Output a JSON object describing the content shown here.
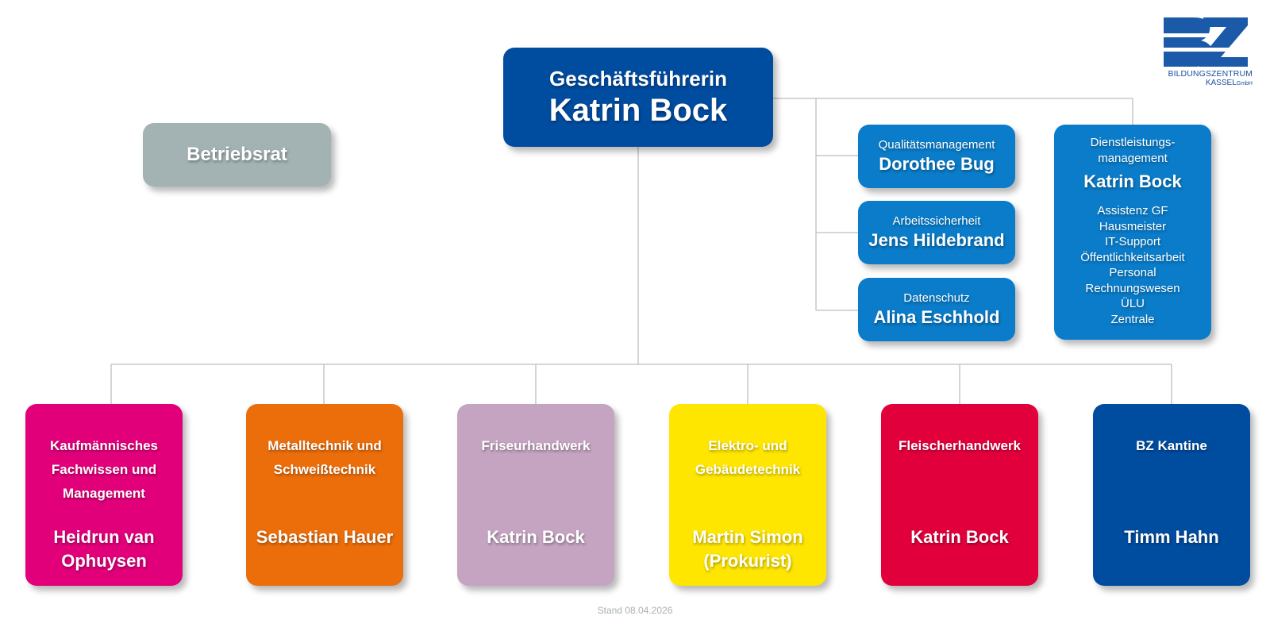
{
  "logo": {
    "brand": "BZ",
    "line1": "BILDUNGSZENTRUM",
    "line2": "KASSEL",
    "line2_suffix": "GmbH"
  },
  "ceo": {
    "role": "Geschäftsführerin",
    "name": "Katrin Bock"
  },
  "works_council": {
    "label": "Betriebsrat"
  },
  "staff": [
    {
      "role": "Qualitätsmanagement",
      "name": "Dorothee Bug"
    },
    {
      "role": "Arbeitssicherheit",
      "name": "Jens Hildebrand"
    },
    {
      "role": "Datenschutz",
      "name": "Alina Eschhold"
    }
  ],
  "services": {
    "role": "Dienstleistungs-management",
    "name": "Katrin Bock",
    "items": [
      "Assistenz GF",
      "Hausmeister",
      "IT-Support",
      "Öffentlichkeitsarbeit",
      "Personal",
      "Rechnungswesen",
      "ÜLU",
      "Zentrale"
    ]
  },
  "departments": [
    {
      "title": "Kaufmännisches Fachwissen und Management",
      "name": "Heidrun van Ophuysen",
      "color": "#e2007a"
    },
    {
      "title": "Metalltechnik und Schweißtechnik",
      "name": "Sebastian Hauer",
      "color": "#ec6e0b"
    },
    {
      "title": "Friseurhandwerk",
      "name": "Katrin Bock",
      "color": "#c5a4c2"
    },
    {
      "title": "Elektro- und Gebäudetechnik",
      "name": "Martin Simon (Prokurist)",
      "color": "#ffe600"
    },
    {
      "title": "Fleischerhandwerk",
      "name": "Katrin Bock",
      "color": "#e2003c"
    },
    {
      "title": "BZ Kantine",
      "name": "Timm Hahn",
      "color": "#004c9f"
    }
  ],
  "colors": {
    "ceo": "#004c9f",
    "staff": "#0a7cc9",
    "works_council": "#a3b2b3",
    "connector": "#b9bfc1"
  },
  "footer": {
    "stand": "Stand 08.04.2026"
  }
}
